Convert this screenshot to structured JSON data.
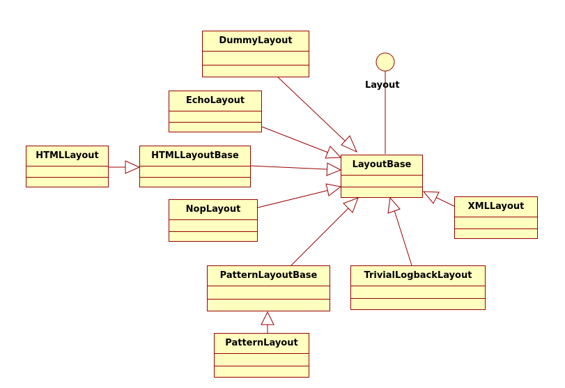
{
  "diagram": {
    "interface_name": "Layout",
    "classes": {
      "dummy_layout": "DummyLayout",
      "echo_layout": "EchoLayout",
      "html_layout": "HTMLLayout",
      "html_layout_base": "HTMLLayoutBase",
      "layout_base": "LayoutBase",
      "nop_layout": "NopLayout",
      "xml_layout": "XMLLayout",
      "pattern_layout_base": "PatternLayoutBase",
      "trivial_logback_layout": "TrivialLogbackLayout",
      "pattern_layout": "PatternLayout"
    },
    "relations": [
      {
        "from": "DummyLayout",
        "to": "LayoutBase",
        "type": "generalization"
      },
      {
        "from": "EchoLayout",
        "to": "LayoutBase",
        "type": "generalization"
      },
      {
        "from": "HTMLLayout",
        "to": "HTMLLayoutBase",
        "type": "generalization"
      },
      {
        "from": "HTMLLayoutBase",
        "to": "LayoutBase",
        "type": "generalization"
      },
      {
        "from": "NopLayout",
        "to": "LayoutBase",
        "type": "generalization"
      },
      {
        "from": "XMLLayout",
        "to": "LayoutBase",
        "type": "generalization"
      },
      {
        "from": "PatternLayoutBase",
        "to": "LayoutBase",
        "type": "generalization"
      },
      {
        "from": "TrivialLogbackLayout",
        "to": "LayoutBase",
        "type": "generalization"
      },
      {
        "from": "PatternLayout",
        "to": "PatternLayoutBase",
        "type": "generalization"
      },
      {
        "from": "LayoutBase",
        "to": "Layout",
        "type": "realization"
      }
    ],
    "colors": {
      "class_fill": "#ffffc0",
      "border": "#990000",
      "text": "#000000",
      "background": "#ffffff"
    }
  }
}
